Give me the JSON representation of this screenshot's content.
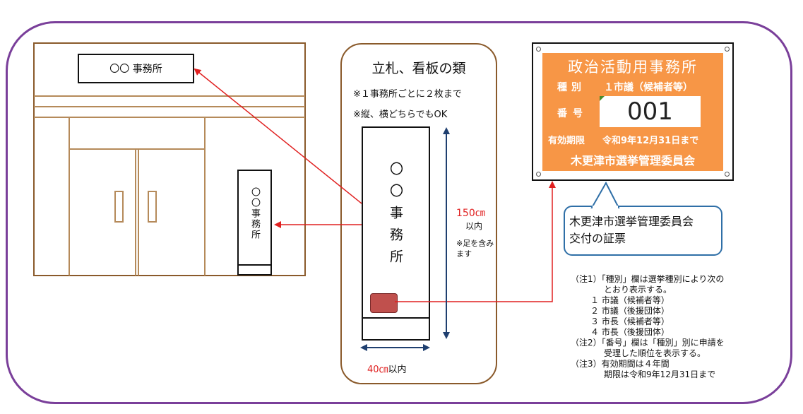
{
  "building": {
    "sign_label": "〇〇 事務所",
    "standing_sign_text": "〇〇事務所"
  },
  "panel": {
    "title": "立札、看板の類",
    "note1": "※１事務所ごとに２枚まで",
    "note2": "※縦、横どちらでもOK",
    "sign_text": "〇〇事務所",
    "height_value": "150㎝",
    "height_suffix": "以内",
    "height_note": "※足を含みます",
    "width_value": "40㎝",
    "width_suffix": "以内"
  },
  "plate": {
    "title": "政治活動用事務所",
    "type_label": "種別",
    "type_value": "１市議（候補者等）",
    "number_label": "番号",
    "number_value": "001",
    "expiry_label": "有効期限",
    "expiry_value": "令和9年12月31日まで",
    "issuer": "木更津市選挙管理委員会"
  },
  "callout": {
    "line1": "木更津市選挙管理委員会",
    "line2": "交付の証票"
  },
  "notes": [
    "（注1）「種別」欄は選挙種別により次の",
    "とおり表示する。",
    "１ 市議（候補者等）",
    "２ 市議（後援団体）",
    "３ 市長（候補者等）",
    "４ 市長（後援団体）",
    "（注2）「番号」欄は「種別」別に申請を",
    "受理した順位を表示する。",
    "（注3）有効期間は４年間",
    "期限は令和9年12月31日まで"
  ],
  "colors": {
    "frame": "#7a3f9a",
    "building": "#8a5a2b",
    "plate": "#f79646",
    "arrow": "#e02020",
    "callout_border": "#2f6fa7",
    "marker": "#c0504d",
    "dimension_arrow": "#1f3f6f",
    "size_text": "#e02020"
  }
}
